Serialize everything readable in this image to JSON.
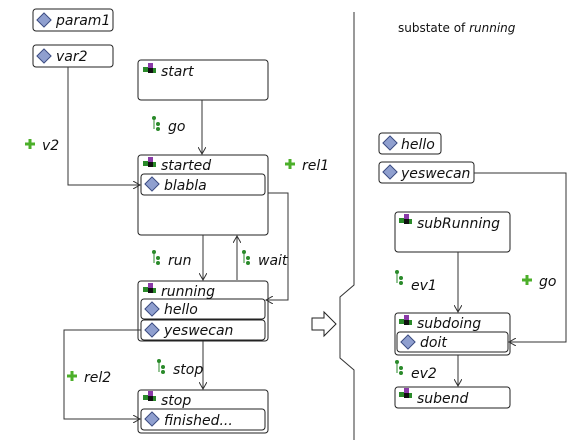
{
  "diagram": {
    "params": [
      "param1",
      "var2"
    ],
    "main_states": {
      "start": "start",
      "started": "started",
      "started_attr": "blabla",
      "running": "running",
      "running_attr1": "hello",
      "running_attr2": "yeswecan",
      "stop": "stop",
      "stop_attr": "finished..."
    },
    "main_transitions": {
      "go": "go",
      "run": "run",
      "wait": "wait",
      "stop": "stop",
      "v2": "v2",
      "rel1": "rel1",
      "rel2": "rel2"
    },
    "substate_header_prefix": "substate of ",
    "substate_header_name": "running",
    "sub_params": [
      "hello",
      "yeswecan"
    ],
    "sub_states": {
      "subRunning": "subRunning",
      "subdoing": "subdoing",
      "subdoing_attr": "doit",
      "subend": "subend"
    },
    "sub_transitions": {
      "ev1": "ev1",
      "ev2": "ev2",
      "go": "go"
    },
    "colors": {
      "diamond": "#8f9fcf",
      "plus": "#4caf2a",
      "state_icon_green": "#2a8a2a",
      "state_icon_purple": "#8a3aa8"
    }
  }
}
